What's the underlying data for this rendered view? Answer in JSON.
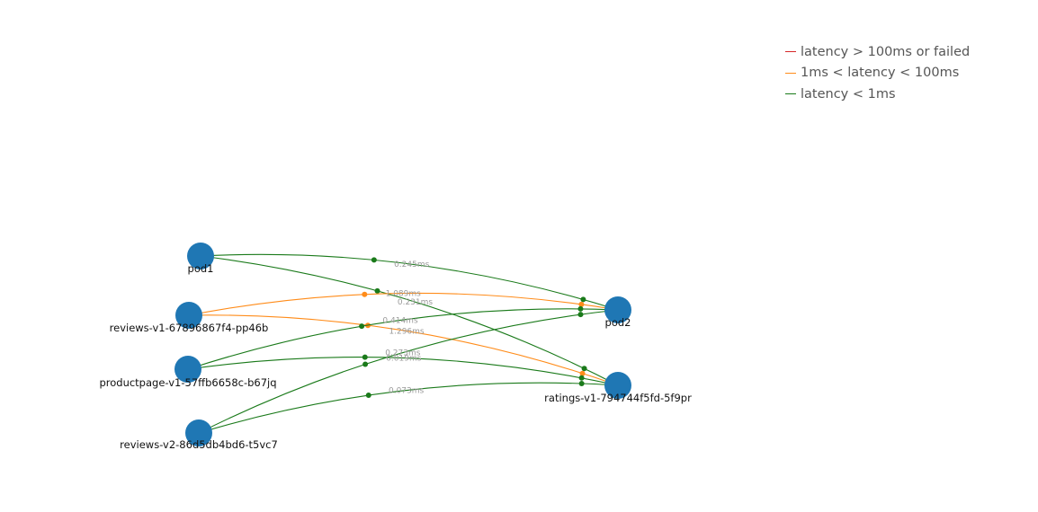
{
  "legend": {
    "items": [
      {
        "label": "latency > 100ms or failed",
        "color": "#d62728"
      },
      {
        "label": "1ms < latency < 100ms",
        "color": "#ff8c1a"
      },
      {
        "label": "latency < 1ms",
        "color": "#1a7a1a"
      }
    ]
  },
  "graph": {
    "node_color": "#1f77b4",
    "nodes": [
      {
        "id": "pod1",
        "label": "pod1"
      },
      {
        "id": "reviews-v1",
        "label": "reviews-v1-67896867f4-pp46b"
      },
      {
        "id": "productpage-v1",
        "label": "productpage-v1-57ffb6658c-b67jq"
      },
      {
        "id": "reviews-v2",
        "label": "reviews-v2-86d5db4bd6-t5vc7"
      },
      {
        "id": "pod2",
        "label": "pod2"
      },
      {
        "id": "ratings-v1",
        "label": "ratings-v1-794744f5fd-5f9pr"
      }
    ],
    "edges": [
      {
        "source": "pod1",
        "target": "pod2",
        "latency": "0.245ms",
        "level": "low"
      },
      {
        "source": "pod1",
        "target": "ratings-v1",
        "latency": "0.231ms",
        "level": "low"
      },
      {
        "source": "reviews-v1",
        "target": "pod2",
        "latency": "1.089ms",
        "level": "medium"
      },
      {
        "source": "reviews-v1",
        "target": "ratings-v1",
        "latency": "1.296ms",
        "level": "medium"
      },
      {
        "source": "productpage-v1",
        "target": "pod2",
        "latency": "0.414ms",
        "level": "low"
      },
      {
        "source": "productpage-v1",
        "target": "ratings-v1",
        "latency": "0.019ms",
        "level": "low"
      },
      {
        "source": "reviews-v2",
        "target": "pod2",
        "latency": "0.273ms",
        "level": "low"
      },
      {
        "source": "reviews-v2",
        "target": "ratings-v1",
        "latency": "0.073ms",
        "level": "low"
      }
    ]
  }
}
